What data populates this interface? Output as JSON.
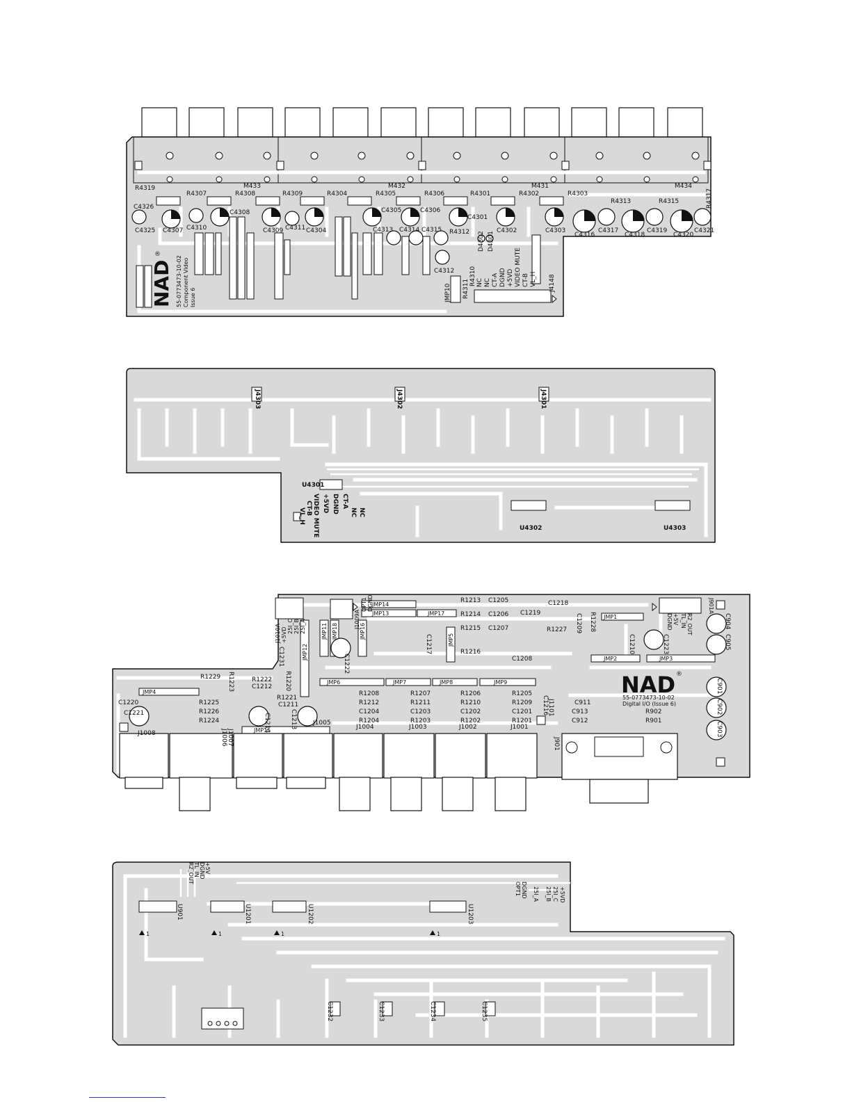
{
  "panel1": {
    "logo": "NAD",
    "reg": "®",
    "part_number": "55-0773473-10-02",
    "board_name": "Component Video",
    "issue": "Issue 6",
    "modules": [
      "M433",
      "M432",
      "M431",
      "M434"
    ],
    "resistors": [
      "R4319",
      "R4307",
      "R4308",
      "R4309",
      "R4304",
      "R4305",
      "R4306",
      "R4301",
      "R4302",
      "R4303",
      "R4313",
      "R4315",
      "R4317",
      "R4312",
      "R4311",
      "R4310"
    ],
    "caps": [
      "C4326",
      "C4325",
      "C4307",
      "C4310",
      "C4308",
      "C4309",
      "C4311",
      "C4304",
      "C4305",
      "C4313",
      "C4314",
      "C4306",
      "C4315",
      "C4301",
      "C4312",
      "C4302",
      "C4303",
      "C4316",
      "C4317",
      "C4318",
      "C4319",
      "C4320",
      "C4321"
    ],
    "diodes": [
      "D4302",
      "D4301"
    ],
    "jumper": "JMP10",
    "connector": "J4148",
    "pins": [
      "NC",
      "NC",
      "CT-A",
      "DGND",
      "+5VD",
      "VIDEO MUTE",
      "CT-B",
      "VL_H"
    ]
  },
  "panel2": {
    "jumpers": [
      "J4303",
      "J4302",
      "J4301"
    ],
    "ics": [
      "U4301",
      "U4302",
      "U4303"
    ],
    "pins": [
      "VIDEO MUTE",
      "CT-B",
      "VL_H",
      "+5VD",
      "DGND",
      "CT-A",
      "NC",
      "NC"
    ]
  },
  "panel3": {
    "logo": "NAD",
    "reg": "®",
    "part_number": "55-0773473-10-02",
    "board_name": "Digital I/O (Issue 6)",
    "top_labels": [
      "J1009A",
      "OPT1",
      "DGND",
      "J1010A",
      "+5VD",
      "25I_C",
      "25I_B",
      "25I_A",
      "J901A",
      "DGND",
      "+5V",
      "TL_IN",
      "R2_OUT"
    ],
    "jmps": [
      "JMP14",
      "JMP13",
      "JMP17",
      "JMP11",
      "JMP18",
      "JMP16",
      "JMP12",
      "JMP5",
      "JMP1",
      "JMP2",
      "JMP3",
      "JMP4",
      "JMP15",
      "JMP6",
      "JMP7",
      "JMP8",
      "JMP9"
    ],
    "resistors": [
      "R1213",
      "R1214",
      "R1215",
      "R1216",
      "R1227",
      "R1228",
      "R1229",
      "R1223",
      "R1222",
      "R1220",
      "R1221",
      "R1225",
      "R1226",
      "R1224",
      "R1208",
      "R1212",
      "R1204",
      "R1207",
      "R1211",
      "R1203",
      "R1206",
      "R1210",
      "R1202",
      "R1205",
      "R1209",
      "R1201",
      "R902",
      "R901"
    ],
    "caps": [
      "C1205",
      "C1206",
      "C1207",
      "C1208",
      "C1218",
      "C1219",
      "C1209",
      "C1210",
      "C1223",
      "C1217",
      "C1222",
      "C1231",
      "C1212",
      "C1211",
      "C1213",
      "C1214",
      "C1220",
      "C1221",
      "C1204",
      "C1203",
      "C1202",
      "C1201",
      "C1216",
      "C911",
      "C913",
      "C912",
      "C904",
      "C905",
      "C901",
      "C902",
      "C903"
    ],
    "jacks": [
      "J1008",
      "J1006",
      "J1007",
      "J1005",
      "J1004",
      "J1003",
      "J1002",
      "J1001",
      "J1101",
      "J901"
    ]
  },
  "panel4": {
    "top_pins": [
      "R2_OUT",
      "TL_IN",
      "DGND",
      "+5V"
    ],
    "right_pins": [
      "OPT1",
      "DGND",
      "25I_A",
      "25I_B",
      "25I_C",
      "+5VD"
    ],
    "ics": [
      "U901",
      "U1201",
      "U1202",
      "U1203"
    ],
    "caps": [
      "C1232",
      "C1233",
      "C1234",
      "C1235"
    ],
    "pin1": "1"
  }
}
